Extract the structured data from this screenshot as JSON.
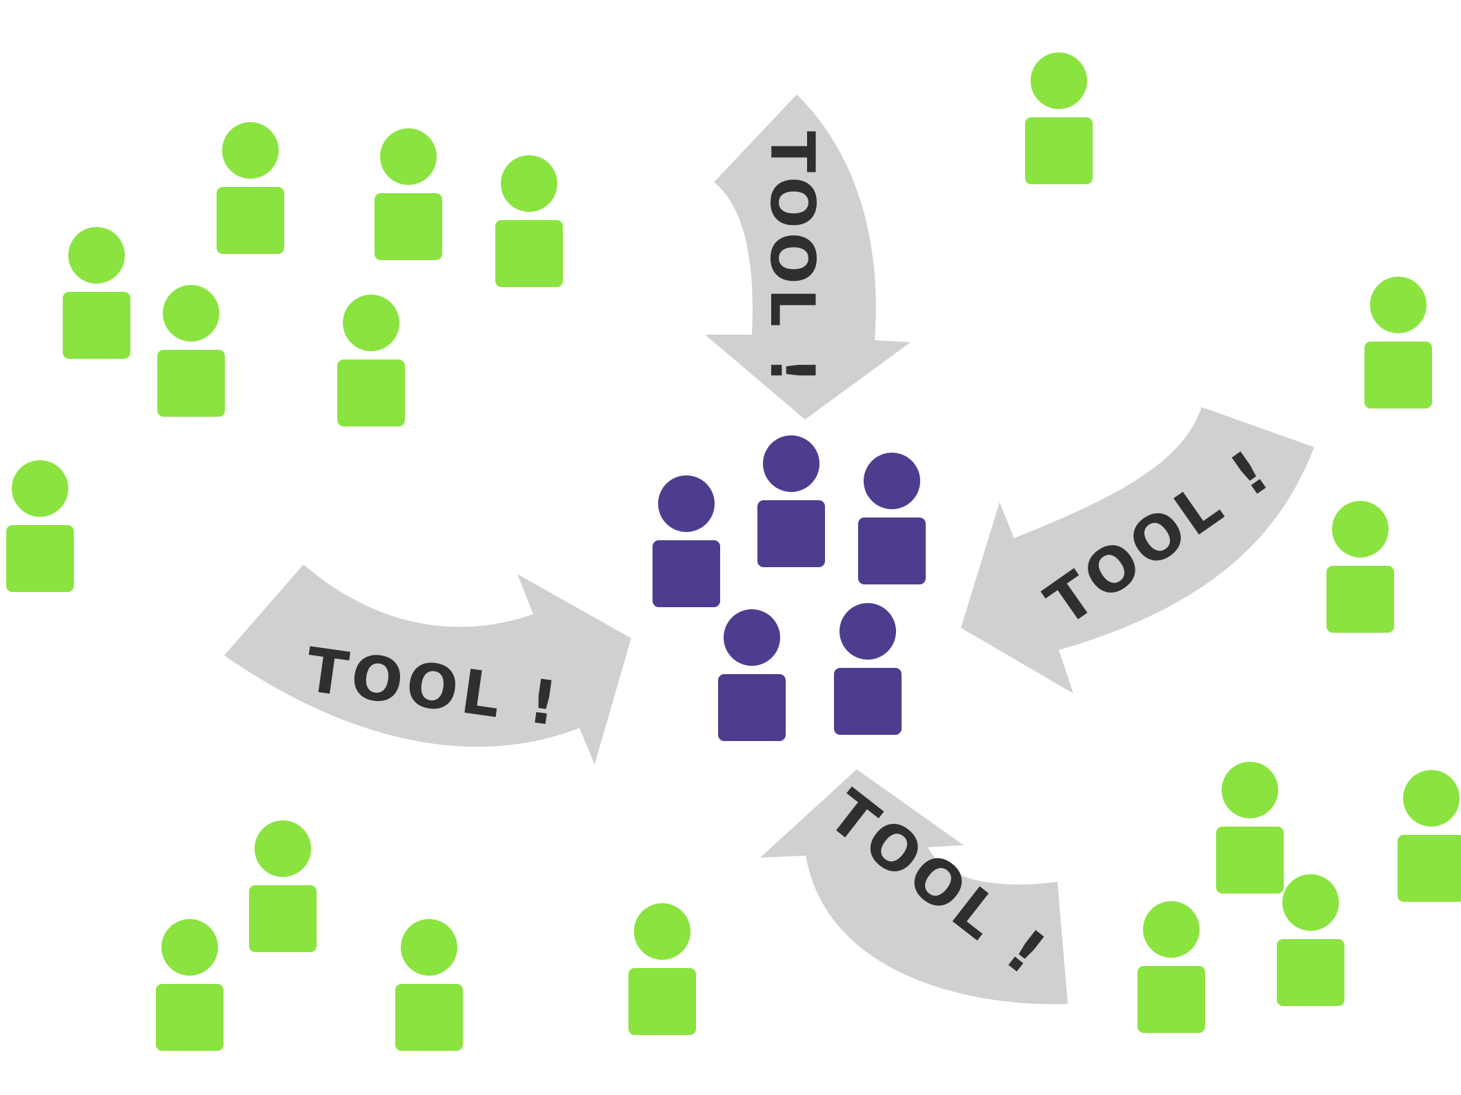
{
  "colors": {
    "outer_people": "#8ae33f",
    "inner_people": "#4e3d8e",
    "arrow_fill": "#d0d0d0",
    "arrow_text": "#2f2f2f",
    "background": "#ffffff"
  },
  "icons": {
    "person": "person-icon",
    "arrow": "curved-arrow"
  },
  "arrows": [
    {
      "label": "TOOL !"
    },
    {
      "label": "TOOL !"
    },
    {
      "label": "TOOL !"
    },
    {
      "label": "TOOL !"
    }
  ]
}
